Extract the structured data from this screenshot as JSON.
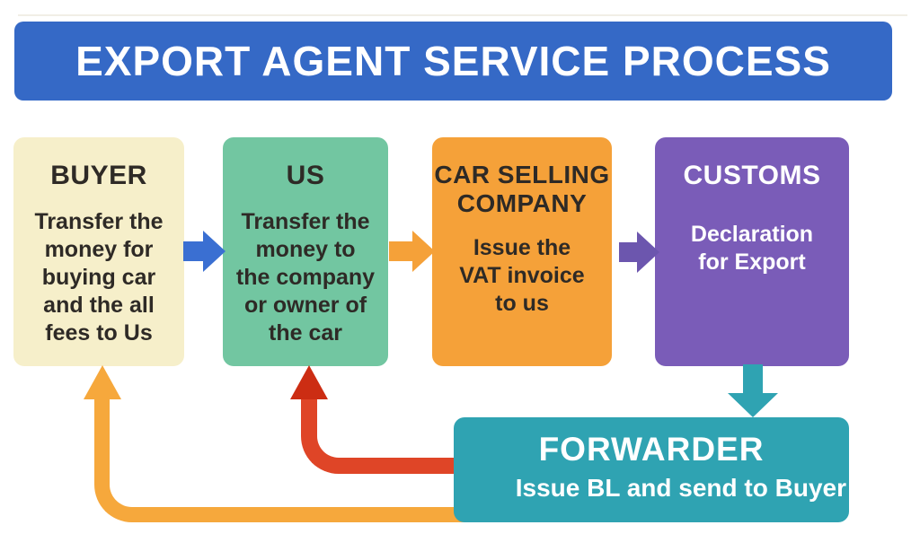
{
  "header": {
    "title": "EXPORT AGENT SERVICE PROCESS",
    "bg_color": "#3569c6"
  },
  "boxes": [
    {
      "id": "buyer",
      "title": "BUYER",
      "body": "Transfer the\nmoney for\nbuying car\nand the all\nfees to Us",
      "bg_color": "#f6efca",
      "text_color": "#2e2a26"
    },
    {
      "id": "us",
      "title": "US",
      "body": "Transfer the\nmoney to\nthe company\nor owner of\nthe car",
      "bg_color": "#72c6a1",
      "text_color": "#2e2a26"
    },
    {
      "id": "car-selling-company",
      "title": "CAR SELLING\nCOMPANY",
      "body": "Issue the\nVAT invoice\nto us",
      "bg_color": "#f5a139",
      "text_color": "#2e2a26"
    },
    {
      "id": "customs",
      "title": "CUSTOMS",
      "body": "Declaration\nfor Export",
      "bg_color": "#7a5cb8",
      "text_color": "#ffffff"
    }
  ],
  "forwarder": {
    "title": "FORWARDER",
    "subtitle": "Issue BL and send to Buyer",
    "bg_color": "#2fa3b2",
    "text_color": "#ffffff"
  },
  "arrows": {
    "buyer_to_us": {
      "color": "#3a6fd2",
      "direction": "right"
    },
    "us_to_company": {
      "color": "#f5a139",
      "direction": "right"
    },
    "company_to_customs": {
      "color": "#6c56ae",
      "direction": "right"
    },
    "customs_to_forwarder": {
      "color": "#2fa3b2",
      "direction": "down"
    },
    "forwarder_to_us": {
      "color": "#df4527",
      "head_color": "#cc2d13",
      "direction": "up-elbow"
    },
    "forwarder_to_buyer": {
      "color": "#f6a83c",
      "head_color": "#f6a83c",
      "direction": "up-elbow"
    }
  }
}
